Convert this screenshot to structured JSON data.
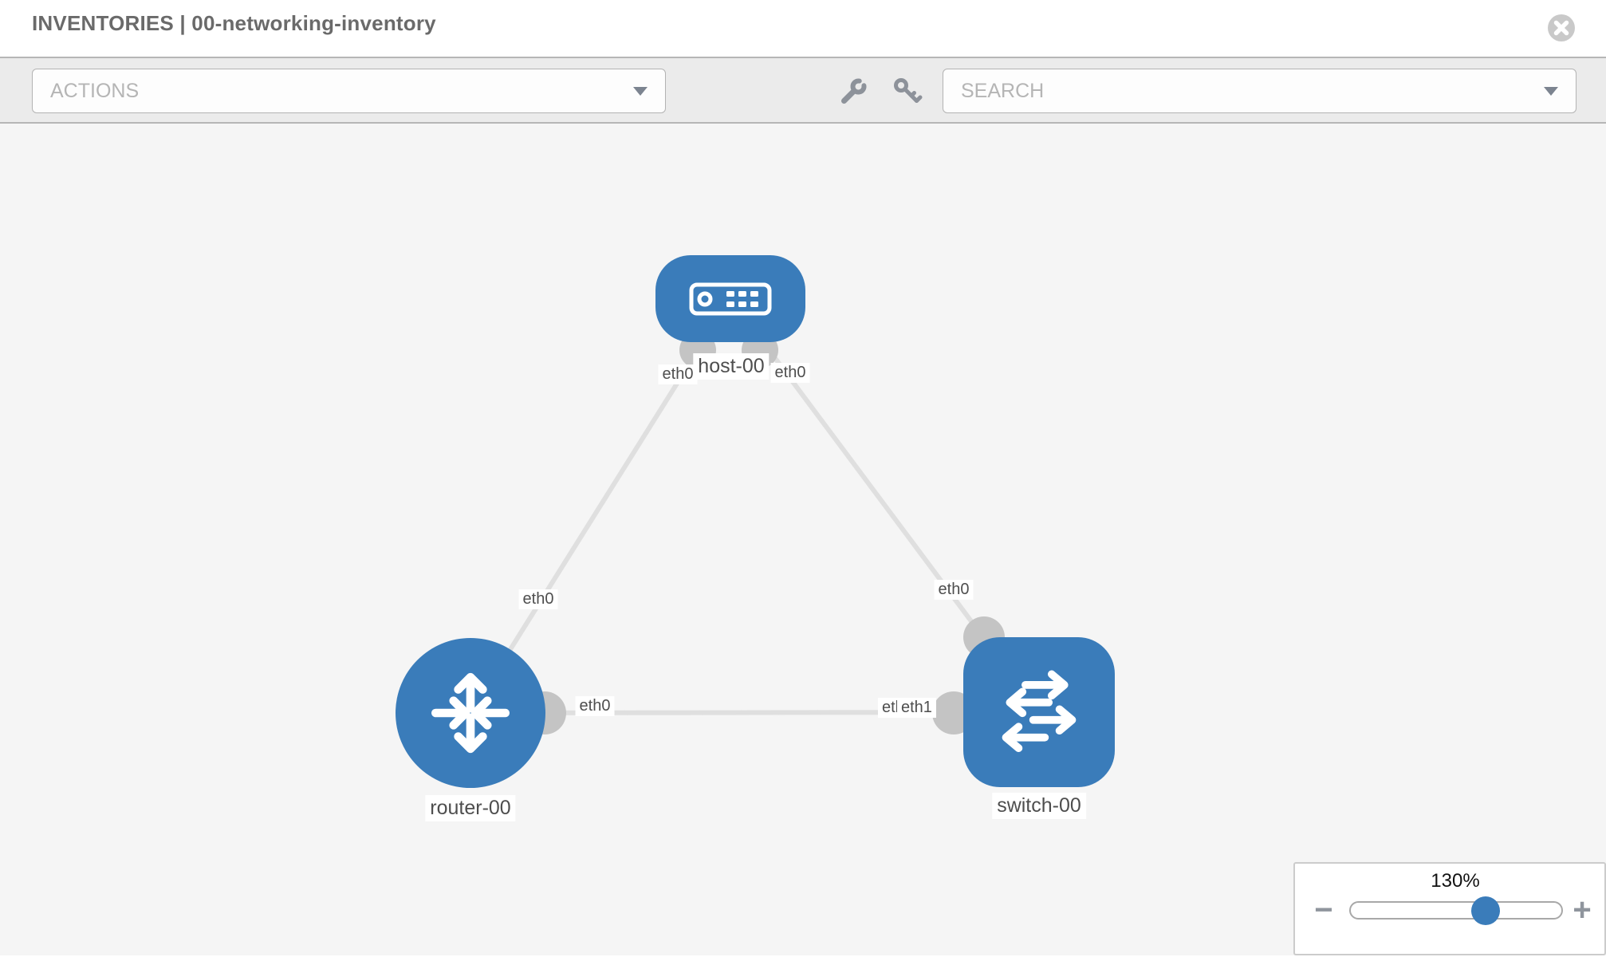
{
  "header": {
    "title": "INVENTORIES | 00-networking-inventory"
  },
  "toolbar": {
    "actions": {
      "placeholder": "ACTIONS"
    },
    "search": {
      "placeholder": "SEARCH"
    },
    "tools": [
      {
        "icon": "wrench-icon"
      },
      {
        "icon": "key-icon"
      }
    ]
  },
  "topology": {
    "nodes": [
      {
        "name": "host-00",
        "type": "host"
      },
      {
        "name": "router-00",
        "type": "router"
      },
      {
        "name": "switch-00",
        "type": "switch"
      }
    ],
    "links": [
      {
        "source": "host-00",
        "source_port": "eth0",
        "target": "router-00",
        "target_port": "eth0"
      },
      {
        "source": "host-00",
        "source_port": "eth0",
        "target": "switch-00",
        "target_port": "eth0"
      },
      {
        "source": "router-00",
        "source_port": "eth0",
        "target": "switch-00",
        "target_port": "eth1"
      }
    ],
    "port_labels": [
      {
        "text": "eth0",
        "at": "host-left"
      },
      {
        "text": "eth0",
        "at": "host-right"
      },
      {
        "text": "eth0",
        "at": "link-host-router-near-router"
      },
      {
        "text": "eth0",
        "at": "router-right"
      },
      {
        "text": "eth0",
        "at": "switch-top"
      },
      {
        "text": "eth0",
        "at": "switch-left-back"
      },
      {
        "text": "eth1",
        "at": "switch-left-front"
      }
    ]
  },
  "zoom_control": {
    "value": "130%",
    "minus_label": "−",
    "plus_label": "+"
  },
  "colors": {
    "node_blue": "#3a7cba",
    "link_gray": "#dfdfdf",
    "interface_dot": "#c4c4c4",
    "toolbar_bg": "#ebebeb",
    "canvas_bg": "#f5f5f5"
  }
}
